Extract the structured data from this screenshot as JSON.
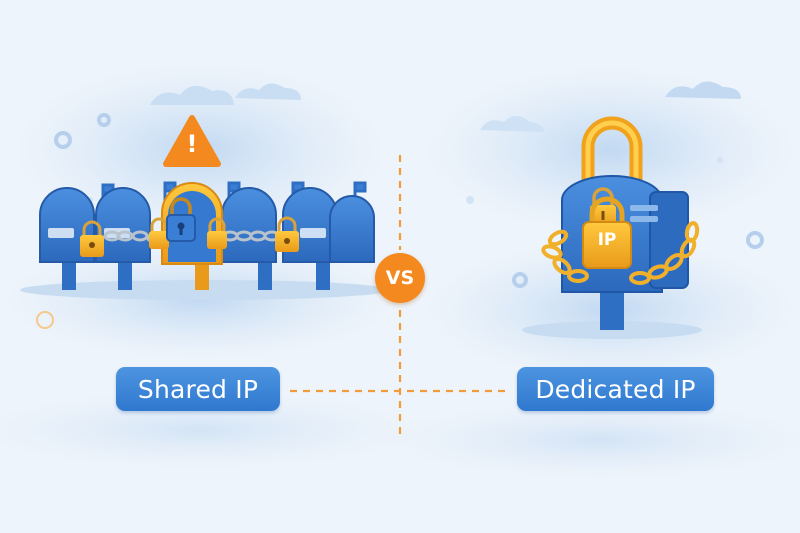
{
  "left_panel": {
    "label": "Shared IP",
    "warning_glyph": "!"
  },
  "center": {
    "vs_text": "VS"
  },
  "right_panel": {
    "label": "Dedicated IP",
    "lock_text": "IP"
  },
  "colors": {
    "background": "#eef4fb",
    "blue": "#3a7fd5",
    "dark_blue": "#2a62b3",
    "orange": "#f4891f",
    "gold": "#f5b324",
    "gray_chain": "#b8c3ce"
  },
  "icons": [
    "warning-icon",
    "mailbox-icon",
    "padlock-icon",
    "chain-icon",
    "flag-icon",
    "gear-icon"
  ]
}
